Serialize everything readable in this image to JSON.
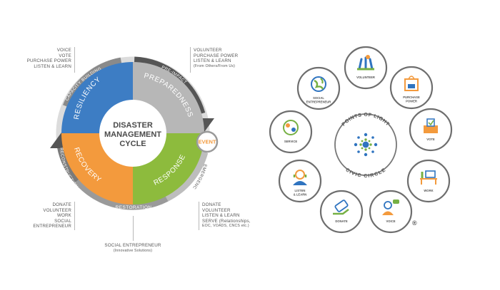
{
  "colors": {
    "resiliency": "#3d7dc4",
    "preparedness": "#b7b7b7",
    "response": "#8dbb3d",
    "recovery": "#f39a3d",
    "event": "#f39a3d",
    "ring_dark": "#555555",
    "ring_light": "#dcdcdc",
    "civic_blue": "#2f74c0",
    "civic_green": "#76b043",
    "circle_stroke": "#777777"
  },
  "cycle": {
    "title_line1": "DISASTER",
    "title_line2": "MANAGEMENT",
    "title_line3": "CYCLE",
    "quadrants": {
      "resiliency": "RESILIENCY",
      "preparedness": "PREPAREDNESS",
      "response": "RESPONSE",
      "recovery": "RECOVERY"
    },
    "ring_labels": {
      "capacity_building": "CAPACITY BUILDING",
      "pre_impact": "PRE-IMPACT",
      "emergency": "EMERGENCY",
      "restoration": "RESTORATION",
      "reconstruction": "RECONSTRUCTION"
    },
    "event_label": "EVENT"
  },
  "notes": {
    "top_left": [
      "VOICE",
      "VOTE",
      "PURCHASE POWER",
      "LISTEN & LEARN"
    ],
    "top_right": [
      "VOLUNTEER",
      "PURCHASE POWER",
      "LISTEN & LEARN",
      "(From Others/From Us)"
    ],
    "bottom_left": [
      "DONATE",
      "VOLUNTEER",
      "WORK",
      "SOCIAL",
      "ENTREPRENEUR"
    ],
    "bottom_right": [
      "DONATE",
      "VOLUNTEER",
      "LISTEN & LEARN",
      "SERVE (Relationships,",
      "EOC, VOADS, CNCS etc.)"
    ],
    "bottom_center": [
      "SOCIAL ENTREPRENEUR",
      "(Innovative Solutions)"
    ]
  },
  "civic": {
    "arc_top": "POINTS OF LIGHT",
    "arc_bottom": "CIVIC CIRCLE",
    "registered": "®",
    "items": [
      {
        "label": "VOLUNTEER",
        "icon": "hands-heart-icon"
      },
      {
        "label": "PURCHASE POWER",
        "icon": "shopping-bag-icon"
      },
      {
        "label": "VOTE",
        "icon": "ballot-box-icon"
      },
      {
        "label": "WORK",
        "icon": "desk-icon"
      },
      {
        "label": "VOICE",
        "icon": "speaking-person-icon"
      },
      {
        "label": "DONATE",
        "icon": "donation-hand-icon"
      },
      {
        "label": "LISTEN & LEARN",
        "icon": "listening-person-icon"
      },
      {
        "label": "SERVICE",
        "icon": "helping-hands-icon"
      },
      {
        "label": "SOCIAL ENTREPRENEUR",
        "icon": "globe-icon"
      }
    ]
  }
}
